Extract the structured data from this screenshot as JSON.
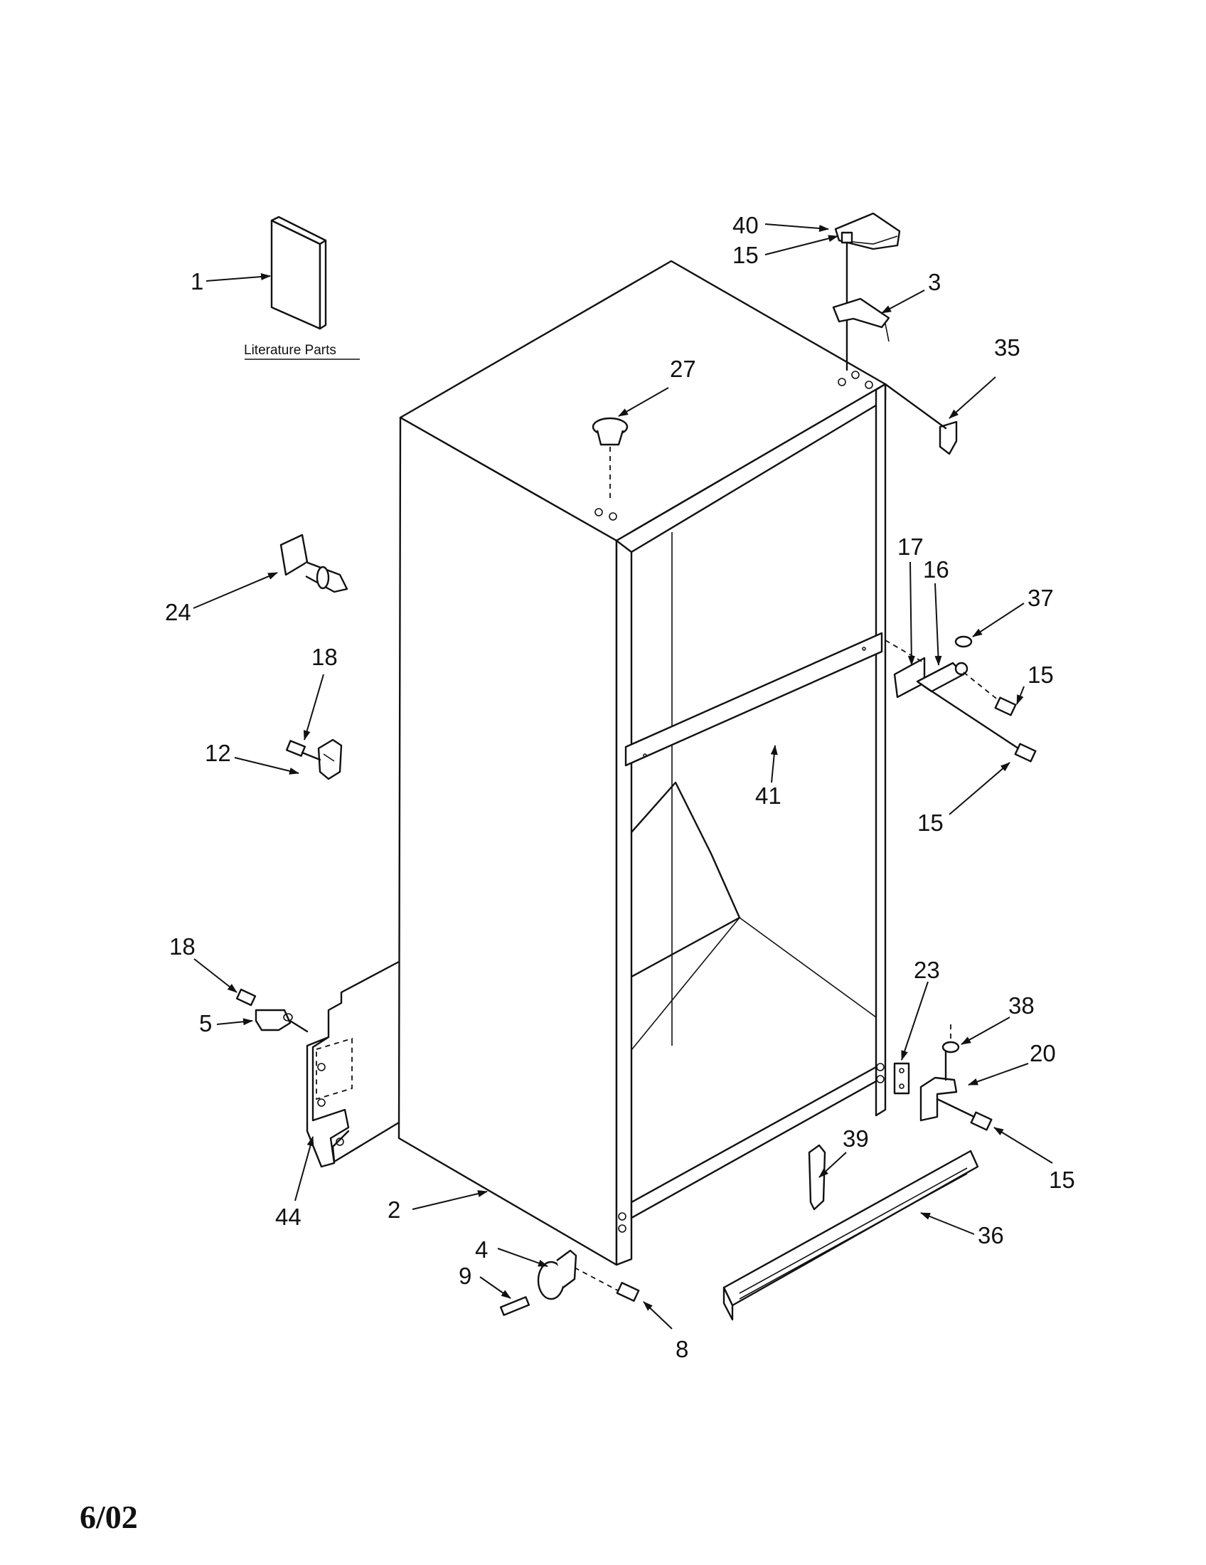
{
  "literature_caption": "Literature Parts",
  "date_code": "6/02",
  "callouts": [
    "1",
    "40",
    "15",
    "3",
    "35",
    "27",
    "17",
    "16",
    "37",
    "15",
    "24",
    "18",
    "12",
    "41",
    "15",
    "18",
    "5",
    "23",
    "38",
    "20",
    "44",
    "2",
    "39",
    "15",
    "36",
    "4",
    "9",
    "8"
  ]
}
